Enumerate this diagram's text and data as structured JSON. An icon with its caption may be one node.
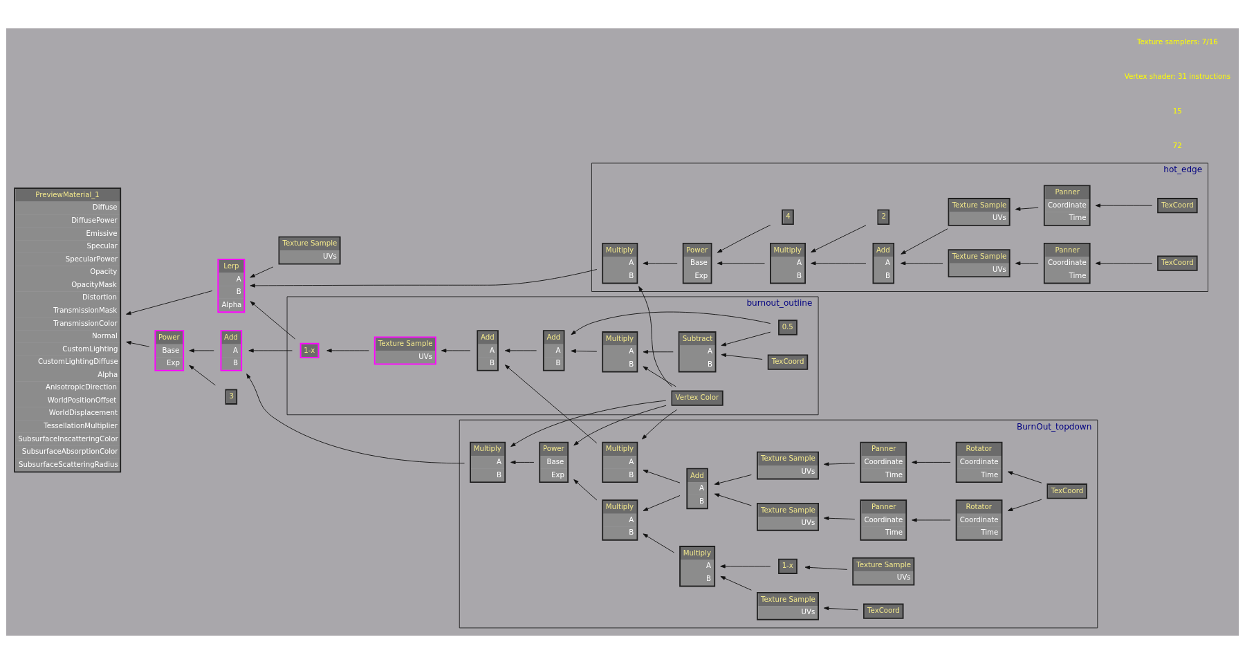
{
  "diagram": {
    "nodes": [
      {
        "text": [
          "PreviewMaterial_1",
          "Diffuse",
          "DiffusePower",
          "Emissive",
          "Specular",
          "SpecularPower",
          "Opacity",
          "OpacityMask",
          "Distortion",
          "TransmissionMask",
          "TransmissionColor",
          "Normal",
          "CustomLighting",
          "CustomLightingDiffuse",
          "Alpha",
          "AnisotropicDirection",
          "WorldPositionOffset",
          "WorldDisplacement",
          "TessellationMultiplier",
          "SubsurfaceInscatteringColor",
          "SubsurfaceAbsorptionColor",
          "SubsurfaceScatteringRadius"
        ]
      },
      {
        "text": [
          "Lerp",
          "A",
          "B",
          "Alpha"
        ]
      },
      {
        "text": [
          "Texture Sample",
          "UVs"
        ]
      },
      {
        "text": [
          "Power",
          "Base",
          "Exp"
        ]
      },
      {
        "text": [
          "Add",
          "A",
          "B"
        ]
      },
      {
        "text": [
          "3"
        ]
      },
      {
        "text": [
          "hot_edge"
        ]
      },
      {
        "text": [
          "Multiply",
          "A",
          "B"
        ],
        "in": 6
      },
      {
        "text": [
          "Power",
          "Base",
          "Exp"
        ],
        "in": 6
      },
      {
        "text": [
          "Multiply",
          "A",
          "B"
        ],
        "in": 6
      },
      {
        "text": [
          "2"
        ],
        "in": 6
      },
      {
        "text": [
          "4"
        ],
        "in": 6
      },
      {
        "text": [
          "Add",
          "A",
          "B"
        ],
        "in": 6
      },
      {
        "text": [
          "Texture Sample",
          "UVs"
        ],
        "in": 6
      },
      {
        "text": [
          "Texture Sample",
          "UVs"
        ],
        "in": 6
      },
      {
        "text": [
          "Panner",
          "Coordinate",
          "Time"
        ],
        "in": 6
      },
      {
        "text": [
          "TexCoord"
        ],
        "in": 6
      },
      {
        "text": [
          "Panner",
          "Coordinate",
          "Time"
        ],
        "in": 6
      },
      {
        "text": [
          "TexCoord"
        ],
        "in": 6
      },
      {
        "text": [
          "BurnOut_topdown"
        ]
      },
      {
        "text": [
          "Power",
          "Base",
          "Exp"
        ],
        "in": 19
      },
      {
        "text": [
          "Multiply",
          "A",
          "B"
        ],
        "in": 19
      },
      {
        "text": [
          "Multiply",
          "A",
          "B"
        ],
        "in": 19
      },
      {
        "text": [
          "Multiply",
          "A",
          "B"
        ],
        "in": 19
      },
      {
        "text": [
          "Add",
          "A",
          "B"
        ],
        "in": 19
      },
      {
        "text": [
          "Texture Sample",
          "UVs"
        ],
        "in": 19
      },
      {
        "text": [
          "Texture Sample",
          "UVs"
        ],
        "in": 19
      },
      {
        "text": [
          "Panner",
          "Coordinate",
          "Time"
        ],
        "in": 19
      },
      {
        "text": [
          "Panner",
          "Coordinate",
          "Time"
        ],
        "in": 19
      },
      {
        "text": [
          "Rotator",
          "Coordinate",
          "Time"
        ],
        "in": 19
      },
      {
        "text": [
          "Rotator",
          "Coordinate",
          "Time"
        ],
        "in": 19
      },
      {
        "text": [
          "TexCoord"
        ],
        "in": 19
      },
      {
        "text": [
          "Multiply",
          "A",
          "B"
        ],
        "in": 19
      },
      {
        "text": [
          "1-x"
        ],
        "in": 19
      },
      {
        "text": [
          "Texture Sample",
          "UVs"
        ],
        "in": 19
      },
      {
        "text": [
          "Texture Sample",
          "UVs"
        ],
        "in": 19
      },
      {
        "text": [
          "TexCoord"
        ],
        "in": 19
      },
      {
        "text": [
          "burnout_outline"
        ]
      },
      {
        "text": [
          "1-x"
        ],
        "in": 37
      },
      {
        "text": [
          "Add",
          "A",
          "B"
        ],
        "in": 37
      },
      {
        "text": [
          "Add",
          "A",
          "B"
        ],
        "in": 37
      },
      {
        "text": [
          "Texture Sample",
          "UVs"
        ],
        "in": 37
      },
      {
        "text": [
          "Multiply",
          "A",
          "B"
        ],
        "in": 37
      },
      {
        "text": [
          "Subtract",
          "A",
          "B"
        ],
        "in": 37
      },
      {
        "text": [
          "TexCoord"
        ],
        "in": 37
      },
      {
        "text": [
          "0.5"
        ],
        "in": 37
      },
      {
        "text": [
          "Vertex Color"
        ],
        "in": 37
      }
    ],
    "edges": [
      {
        "from": 1,
        "to": 0,
        "arrow": "to"
      },
      {
        "from": 7,
        "to": 1,
        "arrow": "to"
      },
      {
        "from": 2,
        "to": 1,
        "arrow": "to"
      },
      {
        "from": 38,
        "to": 1,
        "arrow": "to"
      },
      {
        "from": 3,
        "to": 0,
        "arrow": "to"
      },
      {
        "from": 4,
        "to": 3,
        "arrow": "to"
      },
      {
        "from": 5,
        "to": 3,
        "arrow": "to"
      },
      {
        "from": 21,
        "to": 4,
        "arrow": "to"
      },
      {
        "from": 38,
        "to": 4,
        "arrow": "to"
      },
      {
        "from": 8,
        "to": 7,
        "arrow": "to"
      },
      {
        "from": 46,
        "to": 7,
        "arrow": "to"
      },
      {
        "from": 9,
        "to": 8,
        "arrow": "to"
      },
      {
        "from": 11,
        "to": 8,
        "arrow": "to"
      },
      {
        "from": 10,
        "to": 9,
        "arrow": "to"
      },
      {
        "from": 12,
        "to": 9,
        "arrow": "to"
      },
      {
        "from": 13,
        "to": 12,
        "arrow": "to"
      },
      {
        "from": 14,
        "to": 12,
        "arrow": "to"
      },
      {
        "from": 15,
        "to": 13,
        "arrow": "to"
      },
      {
        "from": 17,
        "to": 14,
        "arrow": "to"
      },
      {
        "from": 16,
        "to": 15,
        "arrow": "to"
      },
      {
        "from": 18,
        "to": 17,
        "arrow": "to"
      },
      {
        "from": 20,
        "to": 21,
        "arrow": "to"
      },
      {
        "from": 46,
        "to": 21,
        "arrow": "to"
      },
      {
        "from": 23,
        "to": 20,
        "arrow": "to"
      },
      {
        "from": 46,
        "to": 20,
        "arrow": "to"
      },
      {
        "from": 24,
        "to": 22,
        "arrow": "to"
      },
      {
        "from": 46,
        "to": 22,
        "arrow": "to"
      },
      {
        "from": 24,
        "to": 23,
        "arrow": "to"
      },
      {
        "from": 32,
        "to": 23,
        "arrow": "to"
      },
      {
        "from": 25,
        "to": 24,
        "arrow": "to"
      },
      {
        "from": 26,
        "to": 24,
        "arrow": "to"
      },
      {
        "from": 27,
        "to": 25,
        "arrow": "to"
      },
      {
        "from": 28,
        "to": 26,
        "arrow": "to"
      },
      {
        "from": 29,
        "to": 27,
        "arrow": "to"
      },
      {
        "from": 30,
        "to": 28,
        "arrow": "to"
      },
      {
        "from": 31,
        "to": 29,
        "arrow": "to"
      },
      {
        "from": 31,
        "to": 30,
        "arrow": "to"
      },
      {
        "from": 33,
        "to": 32,
        "arrow": "to"
      },
      {
        "from": 35,
        "to": 32,
        "arrow": "to"
      },
      {
        "from": 34,
        "to": 33,
        "arrow": "to"
      },
      {
        "from": 36,
        "to": 35,
        "arrow": "to"
      },
      {
        "from": 41,
        "to": 38,
        "arrow": "to"
      },
      {
        "from": 22,
        "to": 39,
        "arrow": "to"
      },
      {
        "from": 40,
        "to": 39,
        "arrow": "to"
      },
      {
        "from": 39,
        "to": 41,
        "arrow": "to"
      },
      {
        "from": 42,
        "to": 40,
        "arrow": "to"
      },
      {
        "from": 45,
        "to": 40,
        "arrow": "to"
      },
      {
        "from": 43,
        "to": 42,
        "arrow": "to"
      },
      {
        "from": 46,
        "to": 42,
        "arrow": "to"
      },
      {
        "from": 44,
        "to": 43,
        "arrow": "to"
      },
      {
        "from": 45,
        "to": 43,
        "arrow": "to"
      }
    ],
    "labels": [
      "72",
      "15",
      "Vertex shader: 31 instructions",
      "Texture samplers: 7/16"
    ]
  }
}
